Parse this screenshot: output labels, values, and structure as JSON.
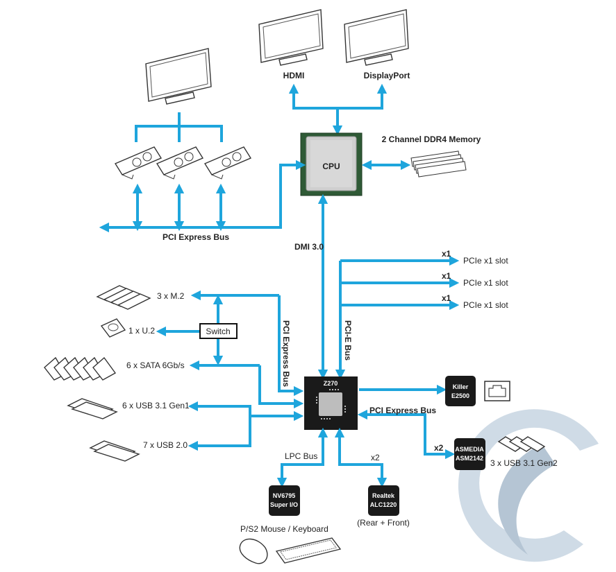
{
  "colors": {
    "bus_line": "#1ea5dc",
    "chip_fill": "#1a1a1a",
    "cpu_pcb": "#2f5a36",
    "cpu_ihs": "#c9c9c9",
    "watermark": "#b9c9d8"
  },
  "cpu": {
    "label": "CPU"
  },
  "memory": {
    "label": "2 Channel DDR4 Memory"
  },
  "displays": [
    {
      "label": "HDMI"
    },
    {
      "label": "DisplayPort"
    }
  ],
  "gpu_bus": {
    "label": "PCI Express Bus",
    "gpu_count": 3
  },
  "dmi": {
    "label": "DMI 3.0"
  },
  "pcie_slots": [
    {
      "lane": "x1",
      "label": "PCIe x1 slot"
    },
    {
      "lane": "x1",
      "label": "PCIe x1 slot"
    },
    {
      "lane": "x1",
      "label": "PCIe x1 slot"
    }
  ],
  "pcie_bus_vertical": {
    "label": "PCI-E Bus"
  },
  "storage_bus": {
    "label": "PCI Express Bus"
  },
  "switch": {
    "label": "Switch"
  },
  "storage": [
    {
      "label": "3 x M.2"
    },
    {
      "label": "1 x U.2"
    },
    {
      "label": "6 x SATA 6Gb/s"
    },
    {
      "label": "6 x USB 3.1 Gen1"
    },
    {
      "label": "7 x USB 2.0"
    }
  ],
  "chipset": {
    "label": "Z270"
  },
  "lan": {
    "line1": "Killer",
    "line2": "E2500"
  },
  "asmedia": {
    "bus_label": "PCI Express Bus",
    "lane": "x2",
    "line1": "ASMEDIA",
    "line2": "ASM2142",
    "usb_label": "3 x USB 3.1 Gen2"
  },
  "superio": {
    "bus_label": "LPC Bus",
    "line1": "NV6795",
    "line2": "Super I/O",
    "ps2_label": "P/S2 Mouse / Keyboard"
  },
  "audio": {
    "lane": "x2",
    "line1": "Realtek",
    "line2": "ALC1220",
    "note": "(Rear + Front)"
  }
}
